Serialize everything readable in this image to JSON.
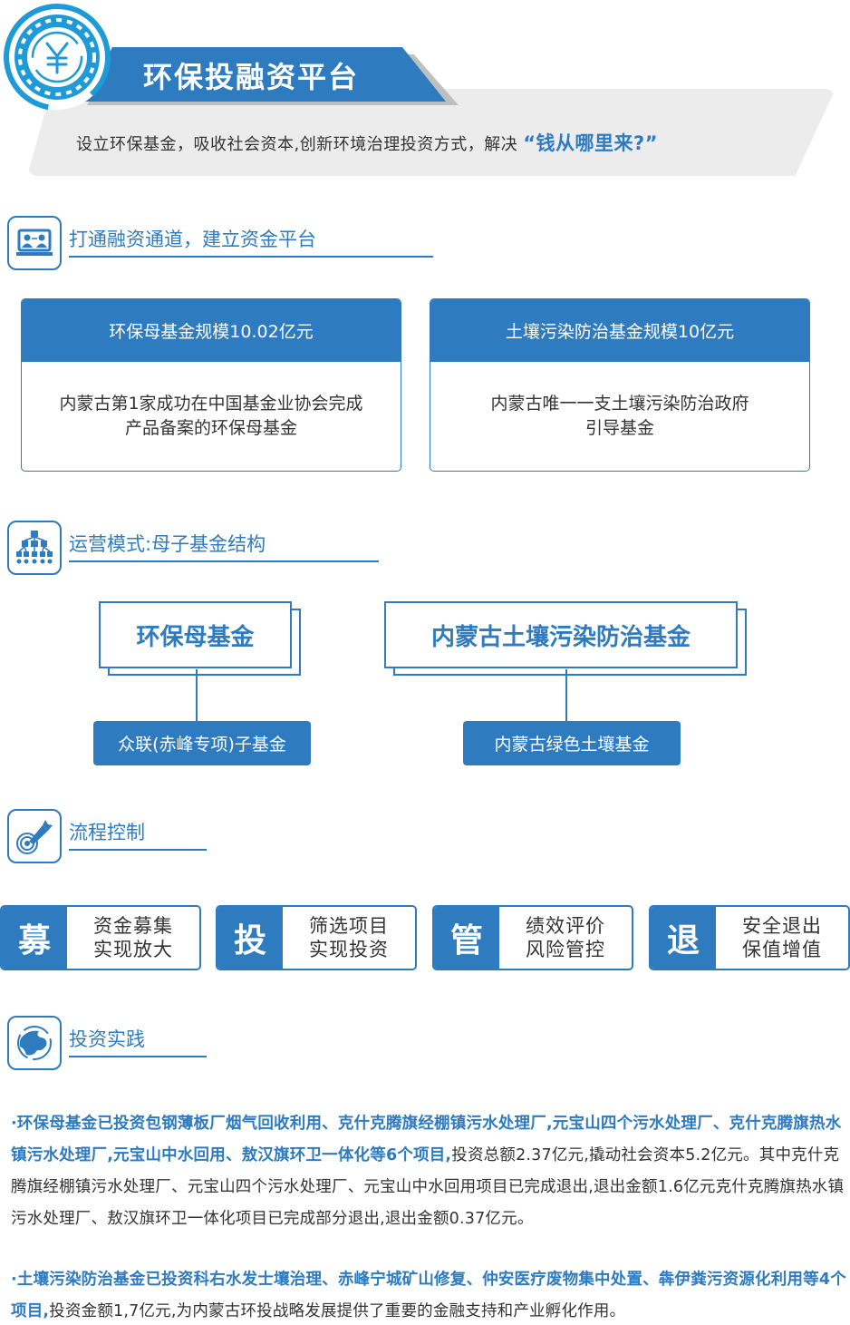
{
  "header": {
    "badge_icon": "yen-gear-icon",
    "title": "环保投融资平台",
    "slogan": "设立环保基金，吸收社会资本,创新环境治理投资方式，解决",
    "slogan_highlight": "“钱从哪里来?”"
  },
  "colors": {
    "accent": "#2e7bbf",
    "badge": "#1e9ad6",
    "panel": "#ececec",
    "text": "#333333"
  },
  "sections": {
    "channel": {
      "icon": "video-meeting-icon",
      "title": "打通融资通道，建立资金平台"
    },
    "model": {
      "icon": "hierarchy-icon",
      "title": "运营模式:母子基金结构"
    },
    "process": {
      "icon": "target-pen-icon",
      "title": "流程控制"
    },
    "practice": {
      "icon": "globe-icon",
      "title": "投资实践"
    }
  },
  "fund_cards": [
    {
      "title": "环保母基金规模10.02亿元",
      "line1": "内蒙古第1家成功在中国基金业协会完成",
      "line2": "产品备案的环保母基金"
    },
    {
      "title": "土壤污染防治基金规模10亿元",
      "line1": "内蒙古唯一一支土壤污染防治政府",
      "line2": "引导基金"
    }
  ],
  "structure": [
    {
      "parent": "环保母基金",
      "child": "众联(赤峰专项)子基金"
    },
    {
      "parent": "内蒙古土壤污染防治基金",
      "child": "内蒙古绿色土壤基金"
    }
  ],
  "steps": [
    {
      "key": "募",
      "line1": "资金募集",
      "line2": "实现放大"
    },
    {
      "key": "投",
      "line1": "筛选项目",
      "line2": "实现投资"
    },
    {
      "key": "管",
      "line1": "绩效评价",
      "line2": "风险管控"
    },
    {
      "key": "退",
      "line1": "安全退出",
      "line2": "保值增值"
    }
  ],
  "practice": [
    {
      "bold": "·环保母基金已投资包钢薄板厂烟气回收利用、克什克腾旗经棚镇污水处理厂,元宝山四个污水处理厂、克什克腾旗热水镇污水处理厂,元宝山中水回用、敖汉旗环卫一体化等6个项目,",
      "normal": "投资总额2.37亿元,撬动社会资本5.2亿元。其中克什克腾旗经棚镇污水处理厂、元宝山四个污水处理厂、元宝山中水回用项目已完成退出,退出金额1.6亿元克什克腾旗热水镇污水处理厂、敖汉旗环卫一体化项目已完成部分退出,退出金额0.37亿元。"
    },
    {
      "bold": "·土壤污染防治基金已投资科右水发士壤治理、赤峰宁城矿山修复、仲安医疗废物集中处置、犇伊粪污资源化利用等4个项目,",
      "normal": "投资金额1,7亿元,为内蒙古环投战略发展提供了重要的金融支持和产业孵化作用。"
    }
  ]
}
